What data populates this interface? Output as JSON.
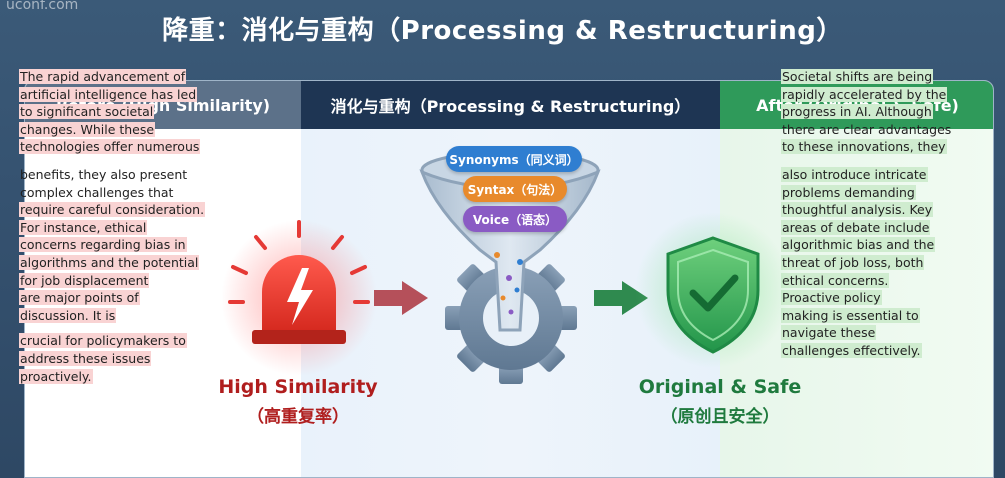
{
  "watermark": "uconf.com",
  "title": "降重：消化与重构（Processing & Restructuring）",
  "columns": {
    "before": "Before (High Similarity)",
    "process": "消化与重构（Processing & Restructuring）",
    "after": "After (Original & Safe)"
  },
  "before_text": {
    "p1": [
      "The rapid advancement of",
      "artificial intelligence has led",
      "to significant societal",
      "changes. While these",
      "technologies offer numerous"
    ],
    "p2": [
      "benefits, they also present",
      "complex challenges that",
      "require careful consideration.",
      "For instance, ethical",
      "concerns regarding bias in",
      "algorithms and the potential",
      "for job displacement",
      "are major points of",
      "discussion. It is"
    ],
    "p3": [
      "crucial for policymakers to",
      "address these issues",
      "proactively."
    ]
  },
  "after_text": {
    "p1": [
      "Societal shifts are being",
      "rapidly accelerated by the",
      "progress in AI. Although",
      "there are clear advantages",
      "to these innovations, they"
    ],
    "p2": [
      "also introduce intricate",
      "problems demanding",
      "thoughtful analysis. Key",
      "areas of debate include",
      "algorithmic bias and the",
      "threat of job loss, both",
      "ethical concerns.",
      "Proactive policy",
      "making is essential to",
      "navigate these",
      "challenges effectively."
    ]
  },
  "funnel_pills": {
    "synonyms": "Synonyms（同义词）",
    "syntax": "Syntax（句法）",
    "voice": "Voice（语态）"
  },
  "labels": {
    "high": "High Similarity",
    "high_sub": "（高重复率）",
    "original": "Original & Safe",
    "original_sub": "（原创且安全）"
  },
  "colors": {
    "alarm_red": "#e53935",
    "arrow_red": "#b5505a",
    "arrow_green": "#2f8a4f",
    "shield_green": "#3cb25a",
    "gear_gray": "#7d93ab"
  },
  "icons": [
    "alarm-siren-icon",
    "arrow-right-icon",
    "funnel-icon",
    "gear-icon",
    "shield-check-icon"
  ]
}
